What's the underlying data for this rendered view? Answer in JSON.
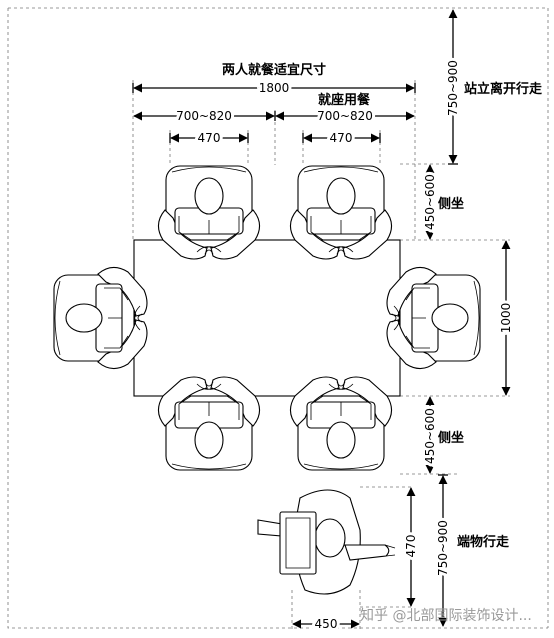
{
  "title": "两人就餐适宜尺寸",
  "dims": {
    "total_width": "1800",
    "left_width": "700~820",
    "right_width": "700~820",
    "left_seat": "470",
    "right_seat": "470",
    "stand_leave": "750~900",
    "side_top": "450~600",
    "side_bottom": "450~600",
    "table_depth": "1000",
    "serve_depth": "470",
    "serve_pass": "750~900",
    "serve_width": "450"
  },
  "labels": {
    "seated_dining": "就座用餐",
    "stand_leave": "站立离开行走",
    "side_sit_top": "侧坐",
    "side_sit_bottom": "侧坐",
    "serve_walk": "端物行走"
  },
  "watermark": "知乎 @北部国际装饰设计..."
}
